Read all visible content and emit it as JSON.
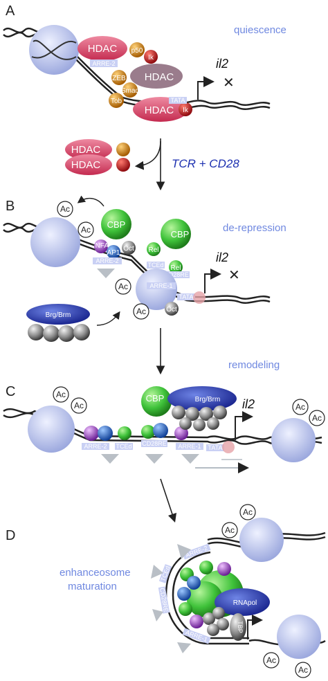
{
  "panels": {
    "a": {
      "letter": "A",
      "stage": "quiescence"
    },
    "b": {
      "letter": "B",
      "stage": "de-repression"
    },
    "c": {
      "letter": "C",
      "stage": "remodeling"
    },
    "d": {
      "letter": "D",
      "stage_line1": "enhanceosome",
      "stage_line2": "maturation"
    }
  },
  "gene": "il2",
  "signal": "TCR + CD28",
  "proteins": {
    "hdac": "HDAC",
    "p50": "p50",
    "ik": "Ik",
    "zeb": "ZEB",
    "smad": "Smad",
    "tob": "Tob",
    "cbp": "CBP",
    "rel": "Rel",
    "nfat": "NFAT",
    "ap1": "AP1",
    "oct": "Oct",
    "brg": "Brg/Brm",
    "rnapol": "RNApol",
    "tbp": "TBP"
  },
  "sites": {
    "arre2": "ARRE-2",
    "arre1": "ARRE-1",
    "tcrd": "TCEd",
    "cd28re": "CD28RE",
    "tata": "TATA"
  },
  "ac": "Ac",
  "colors": {
    "nucleosome": "#b8c2ec",
    "hdac": "#d43d5f",
    "ik": "#c4151b",
    "orange": "#cf7d10",
    "green": "#3fc23a",
    "blue": "#1b5fbf",
    "purple": "#9a40c8",
    "gray": "#8a8a8a",
    "navy": "#1d2a9a",
    "label": "#6f88e0"
  }
}
